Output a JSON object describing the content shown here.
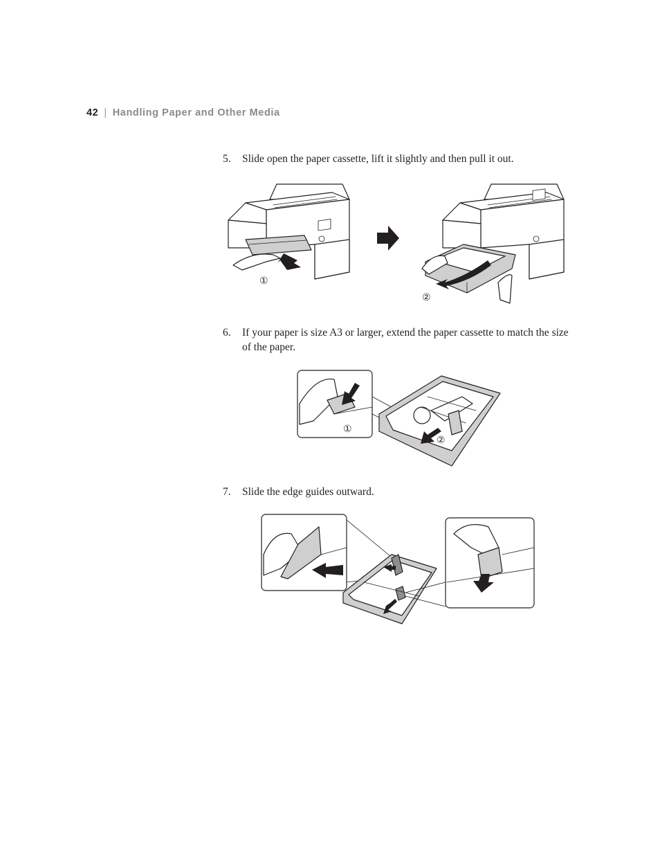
{
  "header": {
    "page_number": "42",
    "separator": "|",
    "section_title": "Handling Paper and Other Media"
  },
  "steps": [
    {
      "number": "5.",
      "text": "Slide open the paper cassette, lift it slightly and then pull it out."
    },
    {
      "number": "6.",
      "text": "If your paper is size A3 or larger, extend the paper cassette to match the size of the paper."
    },
    {
      "number": "7.",
      "text": "Slide the edge guides outward."
    }
  ],
  "callouts": {
    "one": "①",
    "two": "②"
  }
}
